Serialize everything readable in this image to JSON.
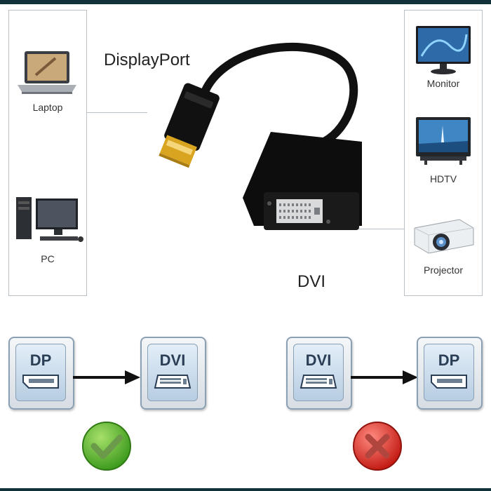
{
  "top_labels": {
    "displayport": "DisplayPort",
    "dvi": "DVI"
  },
  "left_devices": [
    {
      "label": "Laptop",
      "icon": "laptop-icon"
    },
    {
      "label": "PC",
      "icon": "desktop-pc-icon"
    }
  ],
  "right_devices": [
    {
      "label": "Monitor",
      "icon": "monitor-icon"
    },
    {
      "label": "HDTV",
      "icon": "hdtv-icon"
    },
    {
      "label": "Projector",
      "icon": "projector-icon"
    }
  ],
  "flows": [
    {
      "from": "DP",
      "to": "DVI",
      "status": "check-icon",
      "status_color": "#4caf2a"
    },
    {
      "from": "DVI",
      "to": "DP",
      "status": "cross-icon",
      "status_color": "#d9261c"
    }
  ],
  "colors": {
    "top_bar": "#103238",
    "panel_border": "#b9c0c6",
    "check": "#4caf2a",
    "cross": "#d9261c"
  }
}
